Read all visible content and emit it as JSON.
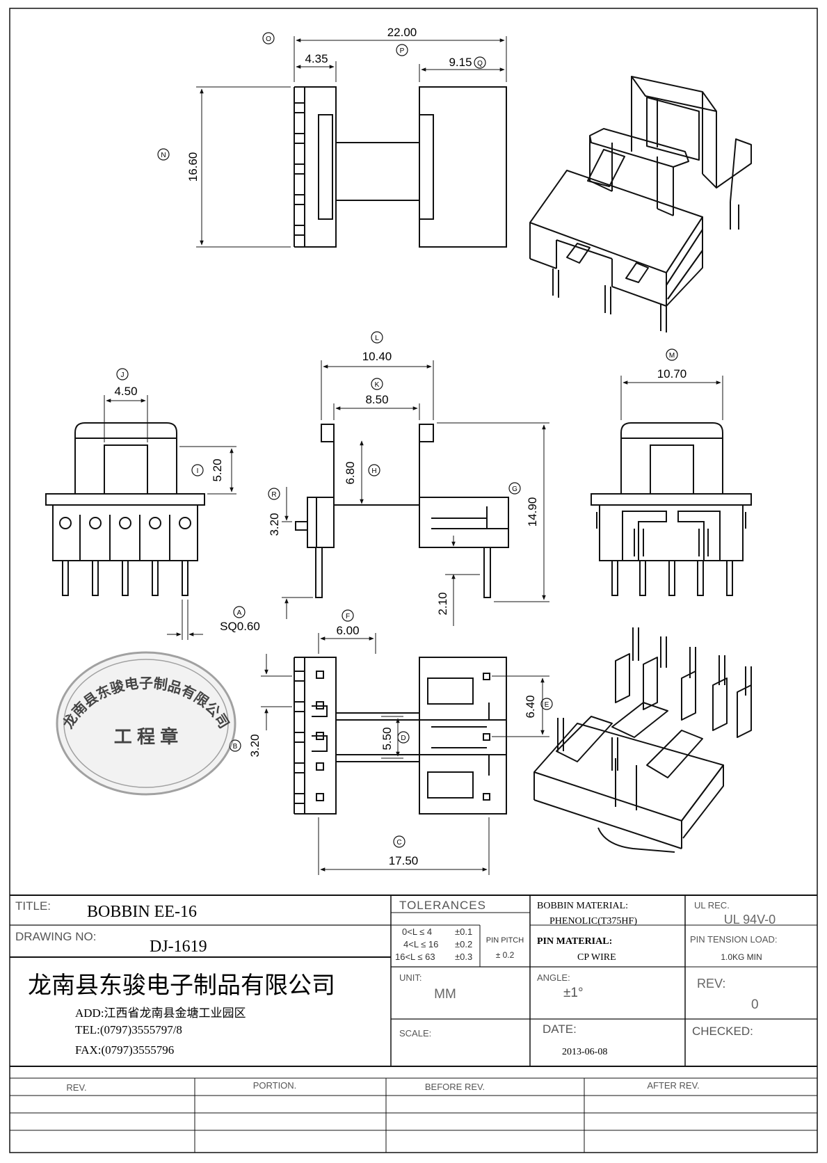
{
  "dims": {
    "d22": "22.00",
    "d435": "4.35",
    "d915": "9.15",
    "d1660": "16.60",
    "d1040": "10.40",
    "d850": "8.50",
    "d1070": "10.70",
    "d450": "4.50",
    "d520": "5.20",
    "d680": "6.80",
    "d1490": "14.90",
    "d320a": "3.20",
    "d210": "2.10",
    "sq": "SQ0.60",
    "d600": "6.00",
    "d640": "6.40",
    "d550": "5.50",
    "d320b": "3.20",
    "d1750": "17.50"
  },
  "markers": {
    "O": "O",
    "P": "P",
    "Q": "Q",
    "N": "N",
    "L": "L",
    "K": "K",
    "M": "M",
    "J": "J",
    "I": "I",
    "H": "H",
    "G": "G",
    "R": "R",
    "A": "A",
    "F": "F",
    "E": "E",
    "D": "D",
    "B": "B",
    "C": "C"
  },
  "stamp": {
    "company": "龙南县东骏电子制品有限公司",
    "label": "工 程 章"
  },
  "title_block": {
    "title_label": "TITLE:",
    "title_value": "BOBBIN EE-16",
    "drawing_no_label": "DRAWING NO:",
    "drawing_no_value": "DJ-1619",
    "company": "龙南县东骏电子制品有限公司",
    "address": "ADD:江西省龙南县金塘工业园区",
    "tel": "TEL:(0797)3555797/8",
    "fax": "FAX:(0797)3555796",
    "tolerances_label": "TOLERANCES",
    "tol_rows": [
      {
        "range": "0<L ≤ 4",
        "tol": "±0.1"
      },
      {
        "range": "4<L ≤ 16",
        "tol": "±0.2"
      },
      {
        "range": "16<L ≤ 63",
        "tol": "±0.3"
      }
    ],
    "pin_pitch_label": "PIN PITCH",
    "pin_pitch_value": "± 0.2",
    "unit_label": "UNIT:",
    "unit_value": "MM",
    "scale_label": "SCALE:",
    "bobbin_material_label": "BOBBIN MATERIAL:",
    "bobbin_material_value": "PHENOLIC(T375HF)",
    "pin_material_label": "PIN MATERIAL:",
    "pin_material_value": "CP WIRE",
    "angle_label": "ANGLE:",
    "angle_value": "±1°",
    "date_label": "DATE:",
    "date_value": "2013-06-08",
    "ul_label": "UL REC.",
    "ul_value": "UL 94V-0",
    "pin_tension_label": "PIN TENSION LOAD:",
    "pin_tension_value": "1.0KG MIN",
    "rev_label": "REV:",
    "rev_value": "0",
    "checked_label": "CHECKED:"
  },
  "revision_table": {
    "headers": [
      "REV.",
      "PORTION.",
      "BEFORE REV.",
      "AFTER REV."
    ]
  }
}
